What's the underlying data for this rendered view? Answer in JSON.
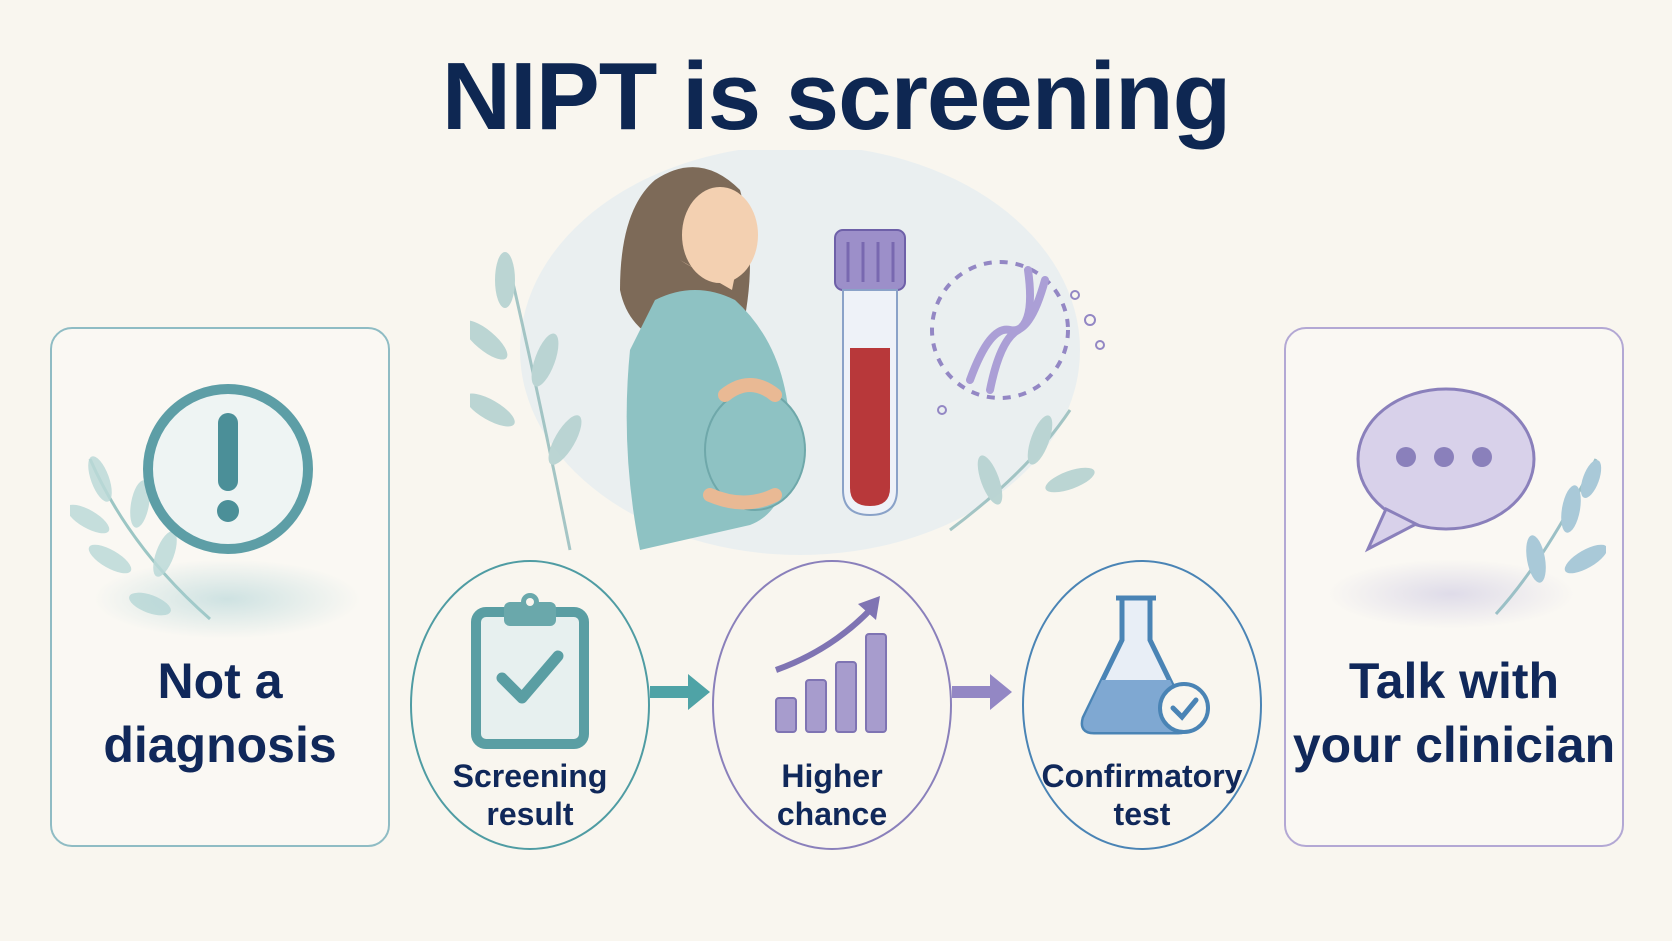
{
  "title": "NIPT is screening",
  "colors": {
    "background": "#f9f6ef",
    "text": "#10285a",
    "teal": "#4f9ca3",
    "purple": "#8678b8",
    "blue": "#4a84b5",
    "blood": "#b8383a"
  },
  "left_card": {
    "icon": "exclamation-circle-icon",
    "label_line1": "Not a",
    "label_line2": "diagnosis"
  },
  "hero": {
    "figure": "pregnant-woman-illustration",
    "tube": "blood-tube-icon",
    "dna": "dna-icon"
  },
  "steps": [
    {
      "icon": "clipboard-check-icon",
      "line1": "Screening",
      "line2": "result"
    },
    {
      "icon": "rising-bar-chart-icon",
      "line1": "Higher",
      "line2": "chance"
    },
    {
      "icon": "flask-check-icon",
      "line1": "Confirmatory",
      "line2": "test"
    }
  ],
  "right_card": {
    "icon": "speech-bubble-icon",
    "label_line1": "Talk with",
    "label_line2": "your clinician"
  }
}
